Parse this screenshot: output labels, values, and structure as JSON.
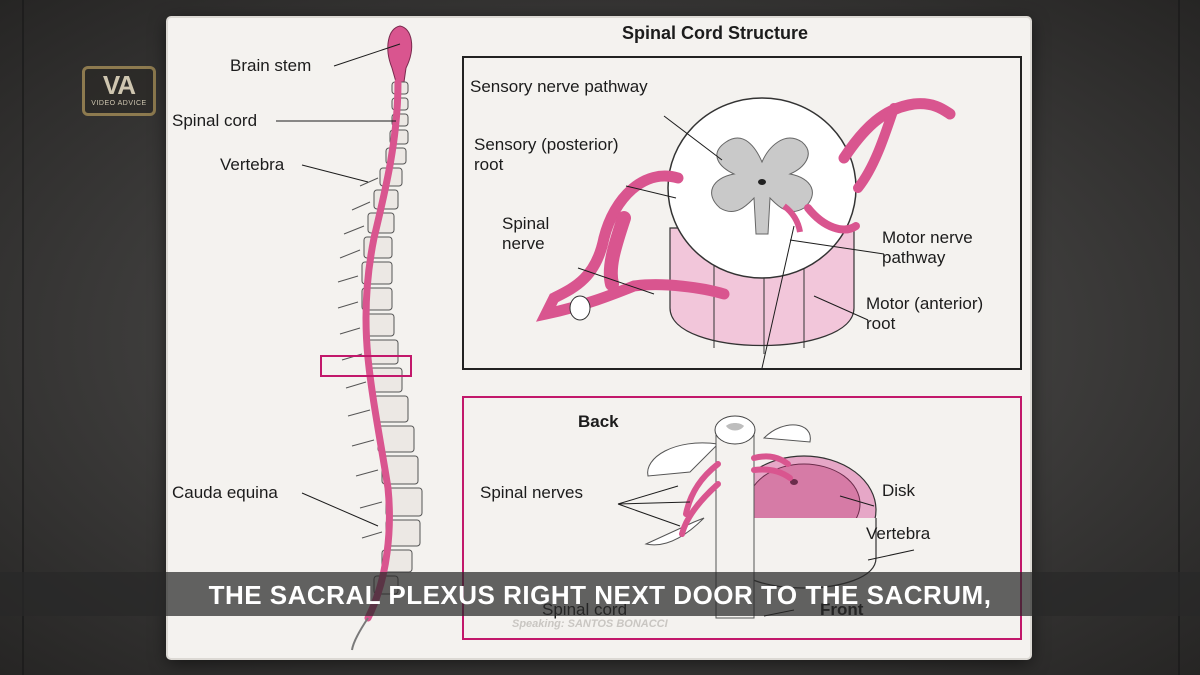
{
  "diagram": {
    "title": "Spinal Cord Structure",
    "spine_labels": {
      "brain_stem": "Brain stem",
      "spinal_cord": "Spinal cord",
      "vertebra": "Vertebra",
      "cauda_equina": "Cauda equina"
    },
    "cross_section": {
      "sensory_pathway": "Sensory nerve pathway",
      "sensory_root_1": "Sensory (posterior)",
      "sensory_root_2": "root",
      "spinal_nerve_1": "Spinal",
      "spinal_nerve_2": "nerve",
      "motor_pathway_1": "Motor nerve",
      "motor_pathway_2": "pathway",
      "motor_root_1": "Motor (anterior)",
      "motor_root_2": "root"
    },
    "vertebra_view": {
      "back": "Back",
      "spinal_nerves": "Spinal nerves",
      "disk": "Disk",
      "vertebra": "Vertebra",
      "spinal_cord": "Spinal cord",
      "front": "Front"
    }
  },
  "logo": {
    "mark": "VA",
    "text": "VIDEO ADVICE"
  },
  "subtitle": "THE SACRAL PLEXUS RIGHT NEXT DOOR TO THE SACRUM,",
  "speaker": "Speaking: SANTOS BONACCI",
  "colors": {
    "accent_pink": "#d9558f",
    "frame_magenta": "#c2186b"
  }
}
